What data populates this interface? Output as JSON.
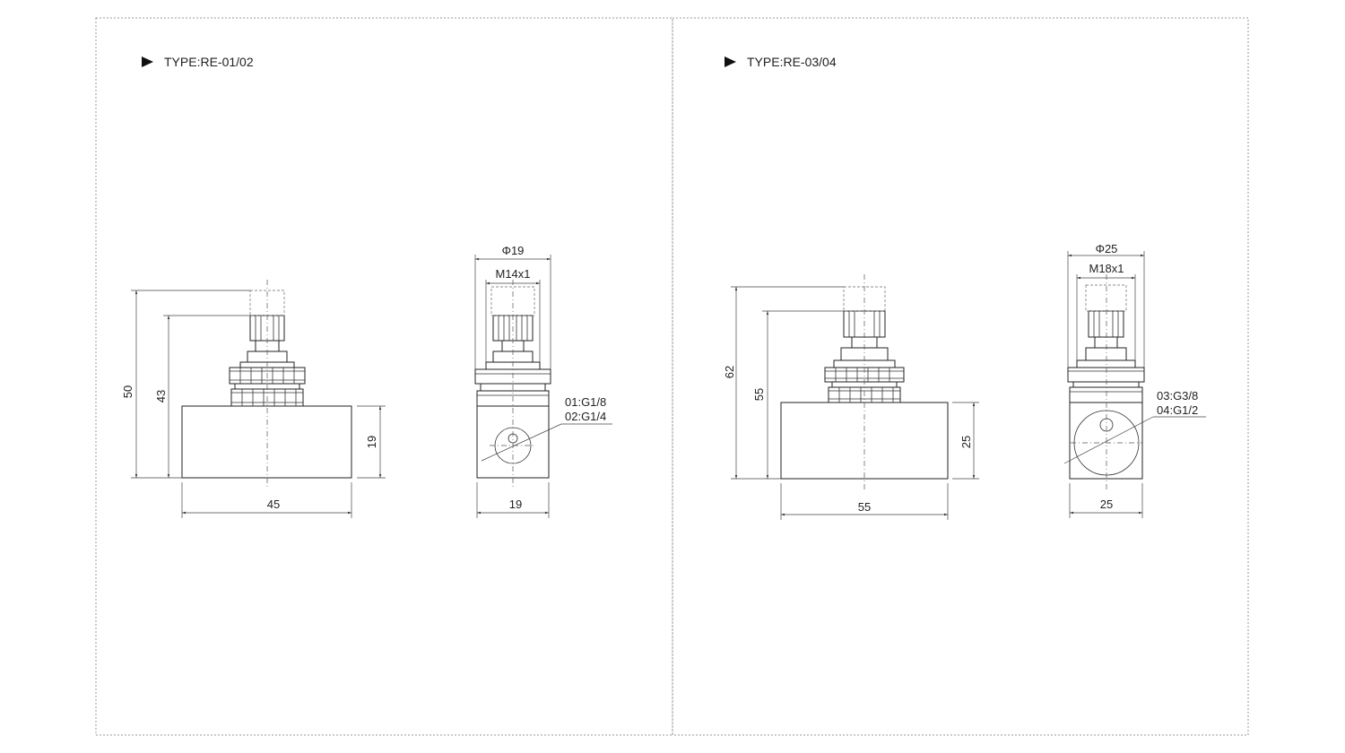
{
  "panels": [
    {
      "title": "TYPE:RE-01/02",
      "dims": {
        "total_height": "50",
        "knob_height": "43",
        "body_height": "19",
        "body_length": "45",
        "knob_diameter": "Φ19",
        "thread": "M14x1",
        "side_width": "19",
        "port_line1": "01:G1/8",
        "port_line2": "02:G1/4"
      }
    },
    {
      "title": "TYPE:RE-03/04",
      "dims": {
        "total_height": "62",
        "knob_height": "55",
        "body_height": "25",
        "body_length": "55",
        "knob_diameter": "Φ25",
        "thread": "M18x1",
        "side_width": "25",
        "port_line1": "03:G3/8",
        "port_line2": "04:G1/2"
      }
    }
  ]
}
